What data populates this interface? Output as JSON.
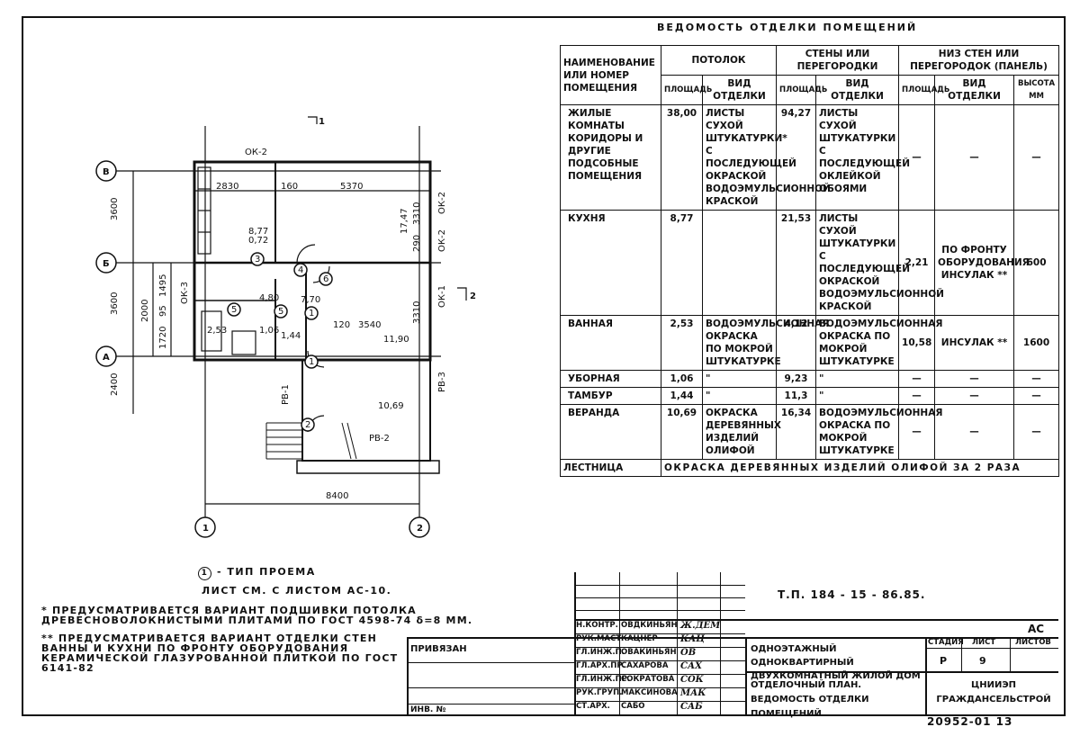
{
  "schedule": {
    "title": "ВЕДОМОСТЬ ОТДЕЛКИ ПОМЕЩЕНИЙ",
    "header": {
      "name": "НАИМЕНОВАНИЕ ИЛИ НОМЕР ПОМЕЩЕНИЯ",
      "ceiling": "ПОТОЛОК",
      "walls": "СТЕНЫ ИЛИ ПЕРЕГОРОДКИ",
      "lower": "НИЗ СТЕН ИЛИ ПЕРЕГОРОДОК (ПАНЕЛЬ)",
      "area": "ПЛОЩАДЬ",
      "finish": "ВИД ОТДЕЛКИ",
      "height": "ВЫСОТА ММ"
    },
    "rows": [
      {
        "name": "ЖИЛЫЕ КОМНАТЫ КОРИДОРЫ И ДРУГИЕ ПОДСОБНЫЕ ПОМЕЩЕНИЯ",
        "c_area": "38,00",
        "c_finish": "ЛИСТЫ СУХОЙ ШТУКАТУРКИ* С ПОСЛЕДУЮЩЕЙ ОКРАСКОЙ ВОДОЭМУЛЬСИОННОЙ КРАСКОЙ",
        "w_area": "94,27",
        "w_finish": "ЛИСТЫ СУХОЙ ШТУКАТУРКИ С ПОСЛЕДУЮЩЕЙ ОКЛЕЙКОЙ ОБОЯМИ",
        "l_area": "—",
        "l_finish": "—",
        "l_height": "—"
      },
      {
        "name": "КУХНЯ",
        "c_area": "8,77",
        "c_finish": "",
        "w_area": "21,53",
        "w_finish": "ЛИСТЫ СУХОЙ ШТУКАТУРКИ С ПОСЛЕДУЮЩЕЙ ОКРАСКОЙ ВОДОЭМУЛЬСИОННОЙ КРАСКОЙ",
        "l_area": "2,21",
        "l_finish": "ПО ФРОНТУ ОБОРУДОВАНИЯ ИНСУЛАК **",
        "l_height": "600"
      },
      {
        "name": "ВАННАЯ",
        "c_area": "2,53",
        "c_finish": "ВОДОЭМУЛЬСИОННАЯ ОКРАСКА ПО МОКРОЙ ШТУКАТУРКЕ",
        "w_area": "4,12",
        "w_finish": "ВОДОЭМУЛЬСИОННАЯ ОКРАСКА ПО МОКРОЙ ШТУКАТУРКЕ",
        "l_area": "10,58",
        "l_finish": "ИНСУЛАК **",
        "l_height": "1600"
      },
      {
        "name": "УБОРНАЯ",
        "c_area": "1,06",
        "c_finish": "\"",
        "w_area": "9,23",
        "w_finish": "\"",
        "l_area": "—",
        "l_finish": "—",
        "l_height": "—"
      },
      {
        "name": "ТАМБУР",
        "c_area": "1,44",
        "c_finish": "\"",
        "w_area": "11,3",
        "w_finish": "\"",
        "l_area": "—",
        "l_finish": "—",
        "l_height": "—"
      },
      {
        "name": "ВЕРАНДА",
        "c_area": "10,69",
        "c_finish": "ОКРАСКА ДЕРЕВЯННЫХ ИЗДЕЛИЙ ОЛИФОЙ",
        "w_area": "16,34",
        "w_finish": "ВОДОЭМУЛЬСИОННАЯ ОКРАСКА ПО МОКРОЙ ШТУКАТУРКЕ",
        "l_area": "—",
        "l_finish": "—",
        "l_height": "—"
      }
    ],
    "stair": {
      "name": "ЛЕСТНИЦА",
      "text": "ОКРАСКА ДЕРЕВЯННЫХ ИЗДЕЛИЙ ОЛИФОЙ ЗА 2 РАЗА"
    }
  },
  "plan": {
    "axes": {
      "B": "В",
      "Bb": "Б",
      "A": "А",
      "n1": "1",
      "n2": "2"
    },
    "section_marks": {
      "s1": "1",
      "s2": "2"
    },
    "dims_left": [
      "3600",
      "3600",
      "2400",
      "1495",
      "95",
      "1720",
      "2000"
    ],
    "dims_top": [
      "2830",
      "160",
      "5370"
    ],
    "dims_mid": [
      "3540",
      "120",
      "3310",
      "3310",
      "290"
    ],
    "dim_bottom": "8400",
    "areas": [
      "8,77",
      "0,72",
      "17,47",
      "7,70",
      "2,53",
      "1,06",
      "11,90",
      "10,69",
      "4,80",
      "1,44"
    ],
    "labels": [
      "ОК-2",
      "ОК-2",
      "ОК-2",
      "ОК-3",
      "ОК-1",
      "РВ-1",
      "РВ-2",
      "РВ-3"
    ],
    "door_marks": [
      "1",
      "2",
      "3",
      "4",
      "5",
      "6",
      "1",
      "5"
    ]
  },
  "legend": {
    "mark": "1",
    "text": "- ТИП ПРОЕМА"
  },
  "sheet_ref": "ЛИСТ СМ. С ЛИСТОМ АС-10.",
  "notes": {
    "n1": "* ПРЕДУСМАТРИВАЕТСЯ ВАРИАНТ ПОДШИВКИ ПОТОЛКА ДРЕВЕСНОВОЛОКНИСТЫМИ ПЛИТАМИ ПО ГОСТ 4598-74 δ=8 ММ.",
    "n2": "** ПРЕДУСМАТРИВАЕТСЯ ВАРИАНТ ОТДЕЛКИ СТЕН ВАННЫ И КУХНИ ПО ФРОНТУ ОБОРУДОВАНИЯ КЕРАМИЧЕСКОЙ ГЛАЗУРОВАННОЙ ПЛИТКОЙ ПО ГОСТ 6141-82"
  },
  "title_block": {
    "code": "Т.П. 184 - 15 - 86.85.",
    "section": "АС",
    "privyazan": "ПРИВЯЗАН",
    "inv": "ИНВ. №",
    "project": "ОДНОЭТАЖНЫЙ ОДНОКВАРТИРНЫЙ ДВУХКОМНАТНЫЙ ЖИЛОЙ ДОМ",
    "sheet_title": "ОТДЕЛОЧНЫЙ ПЛАН. ВЕДОМОСТЬ ОТДЕЛКИ ПОМЕЩЕНИЙ.",
    "stage_h": "СТАДИЯ",
    "sheet_h": "ЛИСТ",
    "sheets_h": "ЛИСТОВ",
    "stage": "Р",
    "sheet": "9",
    "org": "ЦНИИЭП ГРАЖДАНСЕЛЬСТРОЙ",
    "signers": [
      {
        "role": "Н.КОНТР.",
        "name": "ОВДКИНЬЯН",
        "sig": "Ж.Дем"
      },
      {
        "role": "РУК.МАСТ.",
        "name": "КАЦНЕР",
        "sig": "Кац"
      },
      {
        "role": "ГЛ.ИНЖ.П.",
        "name": "ОВАКИНЬЯН",
        "sig": "Ов"
      },
      {
        "role": "ГЛ.АРХ.ПР.",
        "name": "САХАРОВА",
        "sig": "Сах"
      },
      {
        "role": "ГЛ.ИНЖ.ПР.",
        "name": "СОКРАТОВА",
        "sig": "Сок"
      },
      {
        "role": "РУК.ГРУП.",
        "name": "МАКСИНОВА",
        "sig": "Мак"
      },
      {
        "role": "СТ.АРХ.",
        "name": "САБО",
        "sig": "Саб"
      }
    ]
  },
  "doc_number": "20952-01 13"
}
